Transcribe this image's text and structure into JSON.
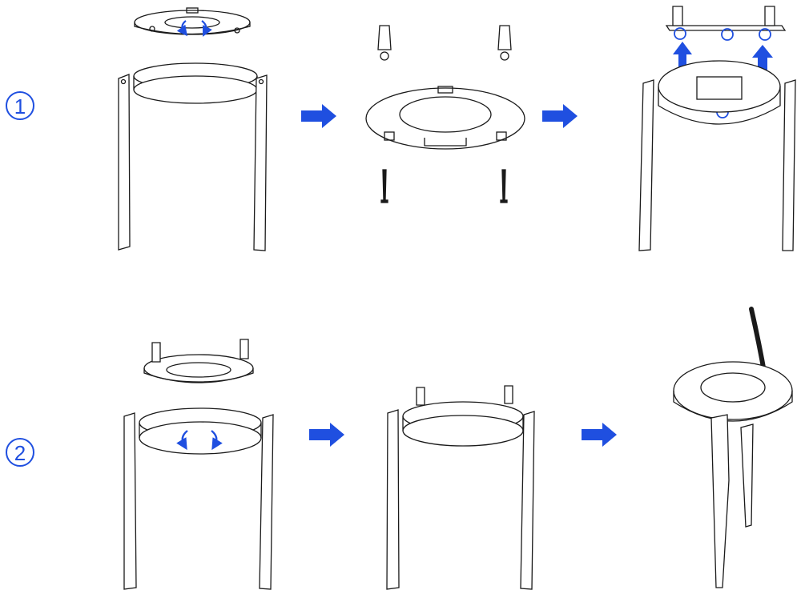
{
  "steps": [
    {
      "label": "1"
    },
    {
      "label": "2"
    }
  ],
  "colors": {
    "accent": "#1f4fe0",
    "line": "#1a1a1a",
    "background": "#ffffff"
  },
  "icons": {
    "step_marker": "circled-number",
    "arrow": "right-arrow-icon",
    "rotate": "rotate-arrows-icon",
    "lift": "up-arrow-icon"
  }
}
